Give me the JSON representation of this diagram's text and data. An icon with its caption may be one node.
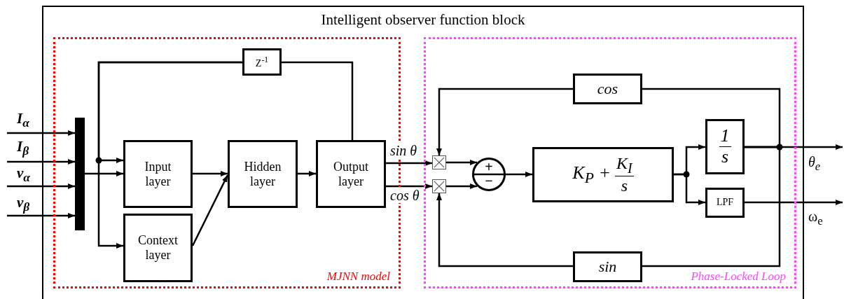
{
  "diagram": {
    "nodes": [
      {
        "text": [
          "Intelligent observer function block"
        ]
      },
      {
        "text": [
          "MJNN model"
        ],
        "in": 0
      },
      {
        "text": [
          "Phase-Locked Loop"
        ],
        "in": 0
      },
      {
        "text": [],
        "shape": "bar",
        "in": 1
      },
      {
        "text": [
          "Z$^{-1}$"
        ],
        "in": 1
      },
      {
        "text": [
          "Input layer"
        ],
        "in": 1
      },
      {
        "text": [
          "Context layer"
        ],
        "in": 1
      },
      {
        "text": [
          "Hidden layer"
        ],
        "in": 1
      },
      {
        "text": [
          "Output layer"
        ],
        "in": 1
      },
      {
        "text": [],
        "shape": "box",
        "in": 2
      },
      {
        "text": [],
        "shape": "box",
        "in": 2
      },
      {
        "text": [
          "+",
          "−"
        ],
        "in": 2
      },
      {
        "text": [
          "K$_{P}$ +",
          "K$_{I}$",
          "s"
        ],
        "in": 2
      },
      {
        "text": [
          "1",
          "s"
        ],
        "in": 2
      },
      {
        "text": [
          "LPF"
        ],
        "in": 2
      },
      {
        "text": [
          "cos"
        ],
        "in": 2
      },
      {
        "text": [
          "sin"
        ],
        "in": 2
      }
    ],
    "edges": [
      {
        "from": null,
        "to": 3,
        "arrow": "to",
        "label": "I$_{α}$"
      },
      {
        "from": null,
        "to": 3,
        "arrow": "to",
        "label": "I$_{β}$"
      },
      {
        "from": null,
        "to": 3,
        "arrow": "to",
        "label": "v$_{α}$"
      },
      {
        "from": null,
        "to": 3,
        "arrow": "to",
        "label": "v$_{β}$"
      },
      {
        "from": 3,
        "to": 5,
        "arrow": "to"
      },
      {
        "from": 8,
        "to": 4,
        "arrow": "none"
      },
      {
        "from": 4,
        "to": 5,
        "arrow": "to"
      },
      {
        "from": 4,
        "to": 6,
        "arrow": "to"
      },
      {
        "from": 5,
        "to": 7,
        "arrow": "to"
      },
      {
        "from": 6,
        "to": 7,
        "arrow": "to"
      },
      {
        "from": 7,
        "to": 8,
        "arrow": "to"
      },
      {
        "from": 8,
        "to": 9,
        "arrow": "to",
        "label": "sin θ"
      },
      {
        "from": 8,
        "to": 10,
        "arrow": "to",
        "label": "cos θ"
      },
      {
        "from": 9,
        "to": 11,
        "arrow": "to"
      },
      {
        "from": 10,
        "to": 11,
        "arrow": "to"
      },
      {
        "from": 11,
        "to": 12,
        "arrow": "to"
      },
      {
        "from": 12,
        "to": 13,
        "arrow": "to"
      },
      {
        "from": 12,
        "to": 14,
        "arrow": "to"
      },
      {
        "from": 13,
        "to": null,
        "arrow": "to",
        "label": "θ$_{e}$"
      },
      {
        "from": 14,
        "to": null,
        "arrow": "to",
        "label": "ω$_{e}$"
      },
      {
        "from": 13,
        "to": 15,
        "arrow": "none"
      },
      {
        "from": 15,
        "to": 9,
        "arrow": "to"
      },
      {
        "from": 13,
        "to": 16,
        "arrow": "none"
      },
      {
        "from": 16,
        "to": 10,
        "arrow": "to"
      }
    ]
  }
}
